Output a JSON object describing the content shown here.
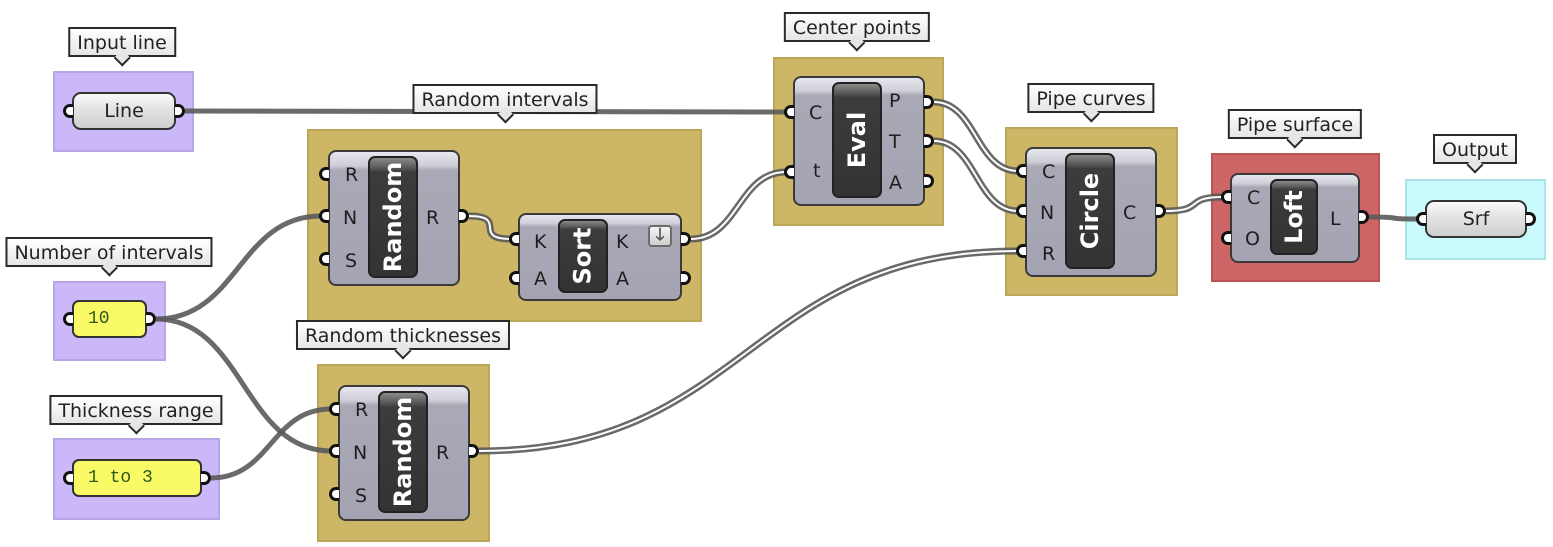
{
  "groups": {
    "input_line": {
      "label": "Input line",
      "color": "#cbb8f8"
    },
    "number_of_intervals": {
      "label": "Number of intervals",
      "color": "#cbb8f8"
    },
    "thickness_range": {
      "label": "Thickness range",
      "color": "#cbb8f8"
    },
    "random_intervals": {
      "label": "Random intervals",
      "color": "#cdb766"
    },
    "random_thicknesses": {
      "label": "Random thicknesses",
      "color": "#cdb766"
    },
    "center_points": {
      "label": "Center points",
      "color": "#cdb766"
    },
    "pipe_curves": {
      "label": "Pipe curves",
      "color": "#cdb766"
    },
    "pipe_surface": {
      "label": "Pipe surface",
      "color": "#cd6567"
    },
    "output": {
      "label": "Output",
      "color": "#c9fbfd"
    }
  },
  "params": {
    "line": {
      "label": "Line"
    },
    "srf": {
      "label": "Srf"
    }
  },
  "panels": {
    "intervals": {
      "value": "10"
    },
    "thickness": {
      "value": "1 to 3"
    }
  },
  "components": {
    "random1": {
      "name": "Random",
      "inputs": [
        "R",
        "N",
        "S"
      ],
      "outputs": [
        "R"
      ]
    },
    "sort": {
      "name": "Sort",
      "inputs": [
        "K",
        "A"
      ],
      "outputs": [
        "K",
        "A"
      ],
      "button_icon": "arrow-down-icon",
      "button_glyph": "🡓"
    },
    "random2": {
      "name": "Random",
      "inputs": [
        "R",
        "N",
        "S"
      ],
      "outputs": [
        "R"
      ]
    },
    "eval": {
      "name": "Eval",
      "inputs": [
        "C",
        "t"
      ],
      "outputs": [
        "P",
        "T",
        "A"
      ]
    },
    "circle": {
      "name": "Circle",
      "inputs": [
        "C",
        "N",
        "R"
      ],
      "outputs": [
        "C"
      ]
    },
    "loft": {
      "name": "Loft",
      "inputs": [
        "C",
        "O"
      ],
      "outputs": [
        "L"
      ]
    }
  },
  "wires": [
    {
      "from": "line.out",
      "to": "eval.C",
      "type": "single"
    },
    {
      "from": "intervals.out",
      "to": "random1.N",
      "type": "single"
    },
    {
      "from": "intervals.out",
      "to": "random2.N",
      "type": "single"
    },
    {
      "from": "thickness.out",
      "to": "random2.R",
      "type": "single"
    },
    {
      "from": "random1.R",
      "to": "sort.K",
      "type": "list"
    },
    {
      "from": "sort.K",
      "to": "eval.t",
      "type": "list"
    },
    {
      "from": "eval.P",
      "to": "circle.C",
      "type": "list"
    },
    {
      "from": "eval.T",
      "to": "circle.N",
      "type": "list"
    },
    {
      "from": "random2.R",
      "to": "circle.R",
      "type": "list"
    },
    {
      "from": "circle.C",
      "to": "loft.C",
      "type": "list"
    },
    {
      "from": "loft.L",
      "to": "srf.in",
      "type": "single"
    }
  ],
  "colors": {
    "wire": "#5a5a5a",
    "panel": "#faf966",
    "panel_text": "#2f5a1a"
  }
}
